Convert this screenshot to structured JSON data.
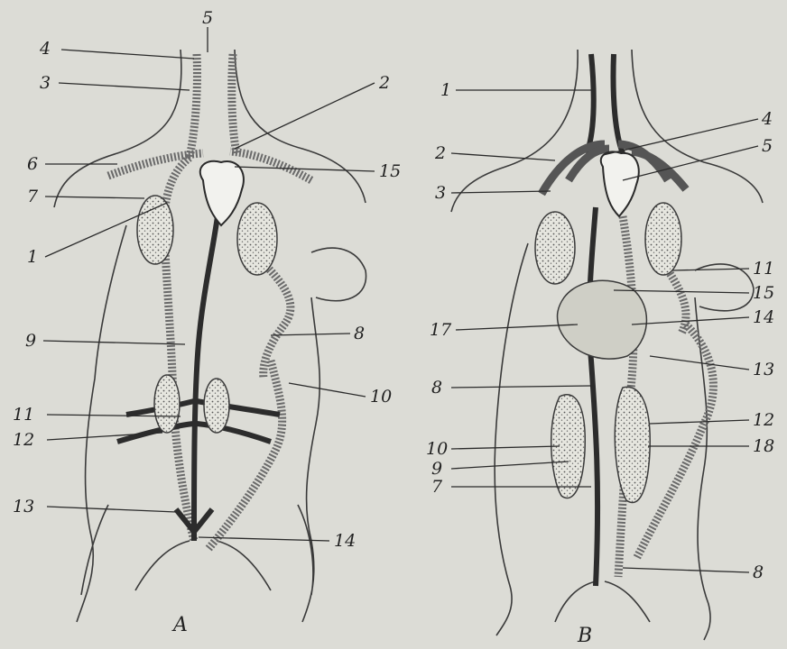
{
  "figure": {
    "panel_a": {
      "caption": "A",
      "labels": [
        "1",
        "2",
        "3",
        "4",
        "5",
        "6",
        "7",
        "8",
        "9",
        "10",
        "11",
        "12",
        "13",
        "14",
        "15"
      ]
    },
    "panel_b": {
      "caption": "B",
      "labels": [
        "1",
        "2",
        "3",
        "4",
        "5",
        "7",
        "8",
        "8",
        "9",
        "10",
        "11",
        "12",
        "13",
        "14",
        "15",
        "17",
        "18"
      ]
    }
  }
}
